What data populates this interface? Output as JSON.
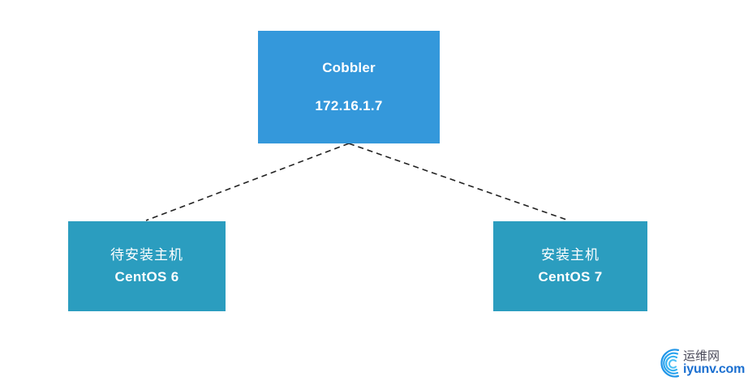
{
  "diagram": {
    "type": "network-topology",
    "background_color": "#ffffff",
    "nodes": [
      {
        "id": "cobbler-server",
        "title": "Cobbler",
        "subtitle": "172.16.1.7",
        "color": "#3498db",
        "text_color": "#ffffff"
      },
      {
        "id": "client-centos6",
        "title": "待安装主机",
        "subtitle": "CentOS 6",
        "color": "#2b9dbf",
        "text_color": "#ffffff"
      },
      {
        "id": "client-centos7",
        "title": "安装主机",
        "subtitle": "CentOS 7",
        "color": "#2b9dbf",
        "text_color": "#ffffff"
      }
    ],
    "connectors": [
      {
        "id": "link-server-to-centos6",
        "from": "cobbler-server",
        "to": "client-centos6",
        "style": "dashed",
        "color": "#222222"
      },
      {
        "id": "link-server-to-centos7",
        "from": "cobbler-server",
        "to": "client-centos7",
        "style": "dashed",
        "color": "#222222"
      }
    ]
  },
  "watermark": {
    "icon": "swirl-circle-logo",
    "cn_text": "运维网",
    "en_text": "iyunv.com",
    "cn_color": "#4a4a5a",
    "en_color": "#1b6fd0",
    "mark_color": "#1f8fe0"
  }
}
